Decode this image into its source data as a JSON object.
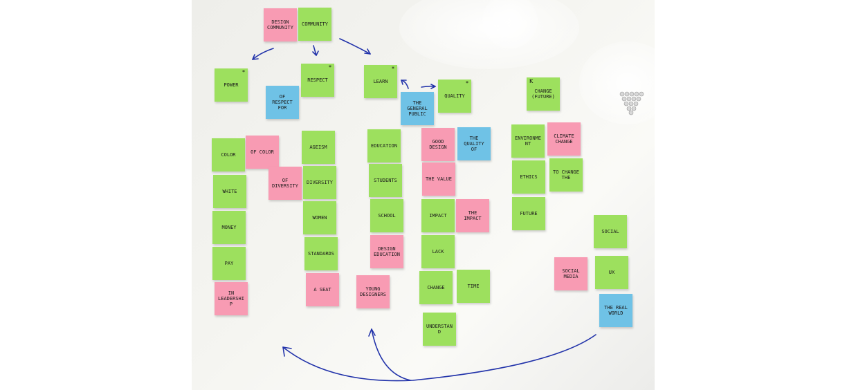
{
  "notes": {
    "design_community": "DESIGN COMMUNITY",
    "community": "COMMUNITY",
    "power": "POWER",
    "respect": "RESPECT",
    "of_respect_for": "OF RESPECT FOR",
    "learn": "LEARN",
    "the_general_public": "THE GENERAL PUBLIC",
    "quality": "QUALITY",
    "change_future": "CHANGE (FUTURE)",
    "color": "COLOR",
    "of_color": "OF COLOR",
    "of_diversity": "OF DIVERSITY",
    "ageism": "AGEISM",
    "diversity": "DIVERSITY",
    "women": "WOMEN",
    "standards": "STANDARDS",
    "a_seat": "A SEAT",
    "white": "WHITE",
    "money": "MONEY",
    "pay": "PAY",
    "in_leadership": "IN LEADERSHIP",
    "education": "EDUCATION",
    "students": "STUDENTS",
    "school": "SCHOOL",
    "design_education": "DESIGN EDUCATION",
    "young_designers": "YOUNG DESIGNERS",
    "good_design": "GOOD DESIGN",
    "the_quality_of": "THE QUALITY OF",
    "the_value": "THE VALUE",
    "impact": "IMPACT",
    "the_impact": "THE IMPACT",
    "lack": "LACK",
    "change": "CHANGE",
    "time": "TIME",
    "understand": "UNDERSTAND",
    "environment": "ENVIRONMENT",
    "climate_change": "CLIMATE CHANGE",
    "ethics": "ETHICS",
    "to_change_the": "TO CHANGE THE",
    "future": "FUTURE",
    "social": "SOCIAL",
    "social_media": "SOCIAL MEDIA",
    "ux": "UX",
    "the_real_world": "THE REAL WORLD"
  },
  "marks": {
    "star": "*",
    "k": "K"
  },
  "colors": {
    "green": "#9de05e",
    "pink": "#f89bb3",
    "blue": "#6fc2e6",
    "ink": "#2233aa"
  }
}
